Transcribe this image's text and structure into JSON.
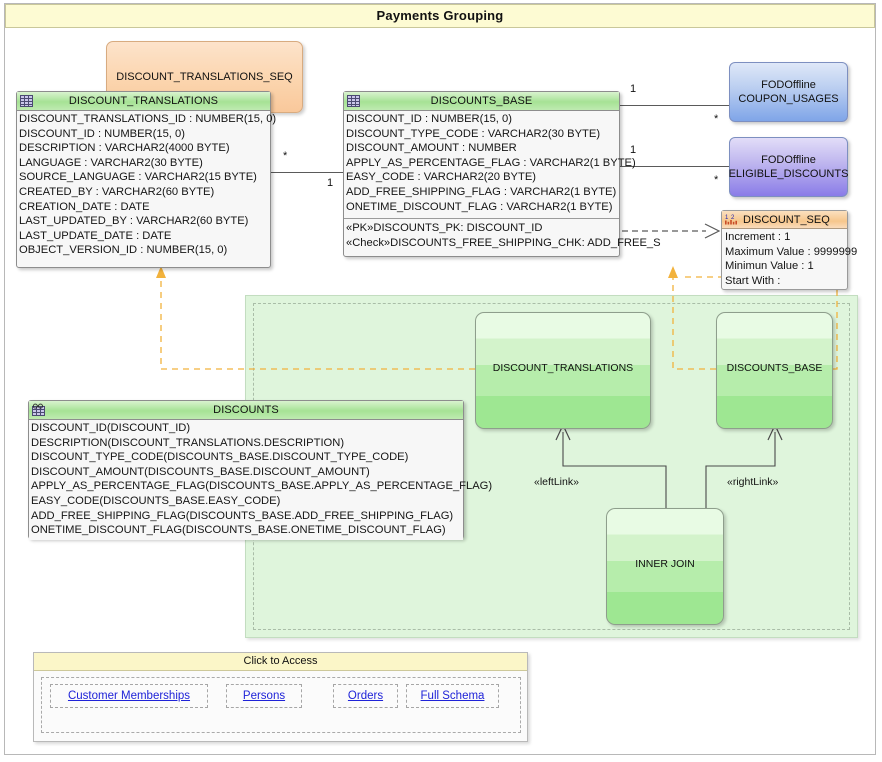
{
  "diagram": {
    "title": "Payments Grouping"
  },
  "sequences": {
    "discount_translations_seq": {
      "name": "DISCOUNT_TRANSLATIONS_SEQ"
    },
    "discount_seq": {
      "icon": "numbers-123-icon",
      "name": "DISCOUNT_SEQ",
      "properties": [
        "Increment : 1",
        "Maximum Value : 9999999",
        "Minimun Value : 1",
        "Start With :"
      ]
    }
  },
  "tables": {
    "discount_translations": {
      "icon": "table-icon",
      "name": "DISCOUNT_TRANSLATIONS",
      "columns": [
        "DISCOUNT_TRANSLATIONS_ID : NUMBER(15, 0)",
        "DISCOUNT_ID : NUMBER(15, 0)",
        "DESCRIPTION : VARCHAR2(4000 BYTE)",
        "LANGUAGE : VARCHAR2(30 BYTE)",
        "SOURCE_LANGUAGE : VARCHAR2(15 BYTE)",
        "CREATED_BY : VARCHAR2(60 BYTE)",
        "CREATION_DATE : DATE",
        "LAST_UPDATED_BY : VARCHAR2(60 BYTE)",
        "LAST_UPDATE_DATE : DATE",
        "OBJECT_VERSION_ID : NUMBER(15, 0)"
      ]
    },
    "discounts_base": {
      "icon": "table-icon",
      "name": "DISCOUNTS_BASE",
      "columns": [
        "DISCOUNT_ID : NUMBER(15, 0)",
        "DISCOUNT_TYPE_CODE : VARCHAR2(30 BYTE)",
        "DISCOUNT_AMOUNT : NUMBER",
        "APPLY_AS_PERCENTAGE_FLAG : VARCHAR2(1 BYTE)",
        "EASY_CODE : VARCHAR2(20 BYTE)",
        "ADD_FREE_SHIPPING_FLAG : VARCHAR2(1 BYTE)",
        "ONETIME_DISCOUNT_FLAG : VARCHAR2(1 BYTE)"
      ],
      "constraints": [
        "«PK»DISCOUNTS_PK: DISCOUNT_ID",
        "«Check»DISCOUNTS_FREE_SHIPPING_CHK: ADD_FREE_S"
      ]
    }
  },
  "views": {
    "discounts": {
      "icon": "view-icon",
      "name": "DISCOUNTS",
      "columns": [
        "DISCOUNT_ID(DISCOUNT_ID)",
        "DESCRIPTION(DISCOUNT_TRANSLATIONS.DESCRIPTION)",
        "DISCOUNT_TYPE_CODE(DISCOUNTS_BASE.DISCOUNT_TYPE_CODE)",
        "DISCOUNT_AMOUNT(DISCOUNTS_BASE.DISCOUNT_AMOUNT)",
        "APPLY_AS_PERCENTAGE_FLAG(DISCOUNTS_BASE.APPLY_AS_PERCENTAGE_FLAG)",
        "EASY_CODE(DISCOUNTS_BASE.EASY_CODE)",
        "ADD_FREE_SHIPPING_FLAG(DISCOUNTS_BASE.ADD_FREE_SHIPPING_FLAG)",
        "ONETIME_DISCOUNT_FLAG(DISCOUNTS_BASE.ONETIME_DISCOUNT_FLAG)"
      ]
    }
  },
  "external_nodes": [
    {
      "schema": "FODOffline",
      "name": "COUPON_USAGES",
      "color": "#7fa5e8"
    },
    {
      "schema": "FODOffline",
      "name": "ELIGIBLE_DISCOUNTS",
      "color": "#8a7ce8"
    }
  ],
  "query_nodes": {
    "left_table": "DISCOUNT_TRANSLATIONS",
    "right_table": "DISCOUNTS_BASE",
    "join": "INNER JOIN",
    "left_link_label": "«leftLink»",
    "right_link_label": "«rightLink»"
  },
  "relationships": [
    {
      "from": "DISCOUNT_TRANSLATIONS",
      "to": "DISCOUNTS_BASE",
      "from_card": "*",
      "to_card": "1"
    },
    {
      "from": "DISCOUNTS_BASE",
      "to": "COUPON_USAGES",
      "from_card": "1",
      "to_card": "*"
    },
    {
      "from": "DISCOUNTS_BASE",
      "to": "ELIGIBLE_DISCOUNTS",
      "from_card": "1",
      "to_card": "*"
    }
  ],
  "access_panel": {
    "title": "Click to Access",
    "links": [
      "Customer Memberships",
      "Persons",
      "Orders",
      "Full Schema"
    ]
  },
  "colors": {
    "title_bar": "#fdfbd3",
    "table_header": "#a6e295",
    "sequence_header": "#f6c68c",
    "view_container": "#dff5dc",
    "dashed_dependency": "#f2b23c",
    "link_text": "#1f23d8"
  }
}
